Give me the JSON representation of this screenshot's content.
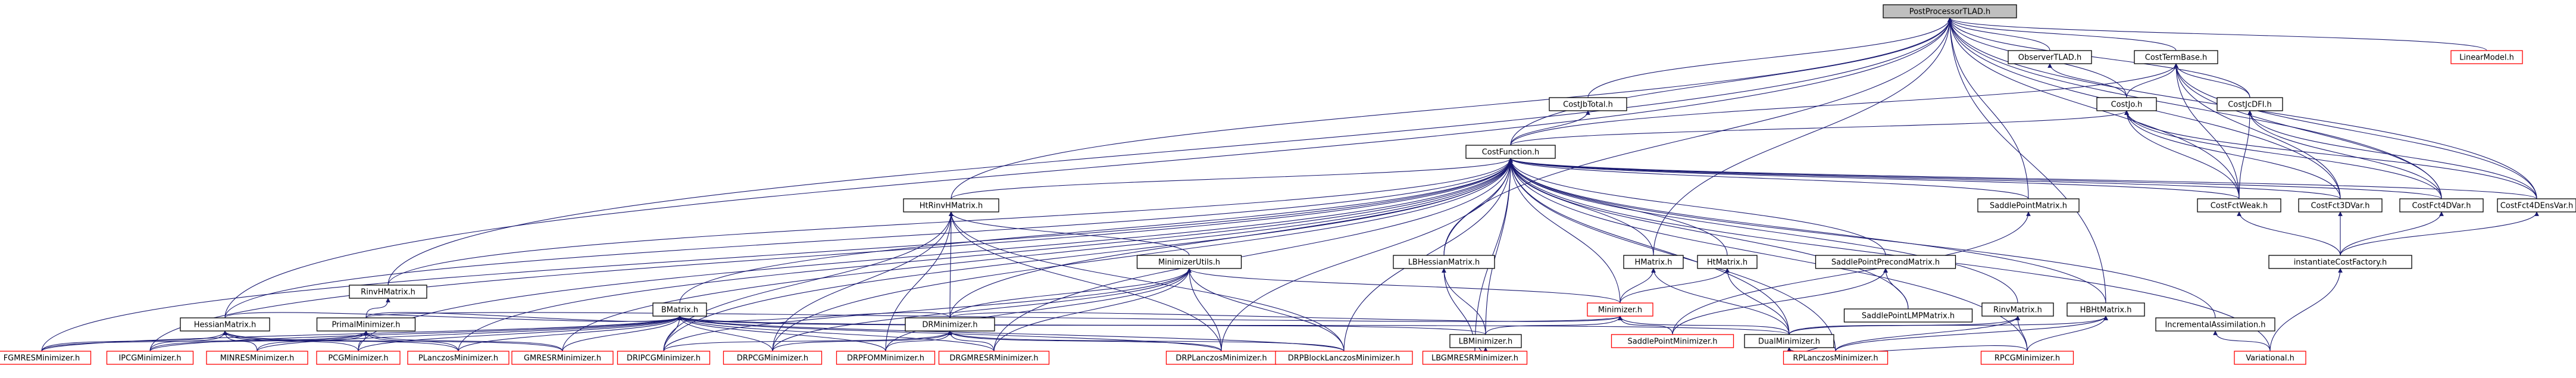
{
  "graph": {
    "colors": {
      "edge": "#191970",
      "node_border_default": "#000000",
      "node_border_missing": "#ff0000",
      "root_fill": "#bfbfbf",
      "node_fill": "#ffffff"
    },
    "root": "PostProcessorTLAD.h",
    "nodes": [
      {
        "id": "root",
        "label": "PostProcessorTLAD.h",
        "kind": "root"
      },
      {
        "id": "obs",
        "label": "ObserverTLAD.h",
        "kind": "normal"
      },
      {
        "id": "ctb",
        "label": "CostTermBase.h",
        "kind": "normal"
      },
      {
        "id": "linmod",
        "label": "LinearModel.h",
        "kind": "missing"
      },
      {
        "id": "cjtot",
        "label": "CostJbTotal.h",
        "kind": "normal"
      },
      {
        "id": "cjo",
        "label": "CostJo.h",
        "kind": "normal"
      },
      {
        "id": "cjcdfi",
        "label": "CostJcDFI.h",
        "kind": "normal"
      },
      {
        "id": "cfun",
        "label": "CostFunction.h",
        "kind": "normal"
      },
      {
        "id": "hth",
        "label": "HtRinvHMatrix.h",
        "kind": "normal"
      },
      {
        "id": "spm",
        "label": "SaddlePointMatrix.h",
        "kind": "normal"
      },
      {
        "id": "cfw",
        "label": "CostFctWeak.h",
        "kind": "normal"
      },
      {
        "id": "c3d",
        "label": "CostFct3DVar.h",
        "kind": "normal"
      },
      {
        "id": "c4d",
        "label": "CostFct4DVar.h",
        "kind": "normal"
      },
      {
        "id": "c4de",
        "label": "CostFct4DEnsVar.h",
        "kind": "normal"
      },
      {
        "id": "mu",
        "label": "MinimizerUtils.h",
        "kind": "normal"
      },
      {
        "id": "lbh",
        "label": "LBHessianMatrix.h",
        "kind": "normal"
      },
      {
        "id": "hm",
        "label": "HMatrix.h",
        "kind": "normal"
      },
      {
        "id": "htm",
        "label": "HtMatrix.h",
        "kind": "normal"
      },
      {
        "id": "sppm",
        "label": "SaddlePointPrecondMatrix.h",
        "kind": "normal"
      },
      {
        "id": "icf",
        "label": "instantiateCostFactory.h",
        "kind": "normal"
      },
      {
        "id": "rinvh",
        "label": "RinvHMatrix.h",
        "kind": "normal"
      },
      {
        "id": "bm",
        "label": "BMatrix.h",
        "kind": "normal"
      },
      {
        "id": "minz",
        "label": "Minimizer.h",
        "kind": "missing"
      },
      {
        "id": "splmp",
        "label": "SaddlePointLMPMatrix.h",
        "kind": "normal"
      },
      {
        "id": "rinvm",
        "label": "RinvMatrix.h",
        "kind": "normal"
      },
      {
        "id": "hbhm",
        "label": "HBHtMatrix.h",
        "kind": "normal"
      },
      {
        "id": "incass",
        "label": "IncrementalAssimilation.h",
        "kind": "normal"
      },
      {
        "id": "hessm",
        "label": "HessianMatrix.h",
        "kind": "normal"
      },
      {
        "id": "primm",
        "label": "PrimalMinimizer.h",
        "kind": "normal"
      },
      {
        "id": "drm",
        "label": "DRMinimizer.h",
        "kind": "normal"
      },
      {
        "id": "lbm",
        "label": "LBMinimizer.h",
        "kind": "normal"
      },
      {
        "id": "dualm",
        "label": "DualMinimizer.h",
        "kind": "normal"
      },
      {
        "id": "fgmres",
        "label": "FGMRESMinimizer.h",
        "kind": "missing"
      },
      {
        "id": "ipcg",
        "label": "IPCGMinimizer.h",
        "kind": "missing"
      },
      {
        "id": "minres",
        "label": "MINRESMinimizer.h",
        "kind": "missing"
      },
      {
        "id": "pcg",
        "label": "PCGMinimizer.h",
        "kind": "missing"
      },
      {
        "id": "plan",
        "label": "PLanczosMinimizer.h",
        "kind": "missing"
      },
      {
        "id": "gmresr",
        "label": "GMRESRMinimizer.h",
        "kind": "missing"
      },
      {
        "id": "dripcg",
        "label": "DRIPCGMinimizer.h",
        "kind": "missing"
      },
      {
        "id": "drpcg",
        "label": "DRPCGMinimizer.h",
        "kind": "missing"
      },
      {
        "id": "drpfom",
        "label": "DRPFOMMinimizer.h",
        "kind": "missing"
      },
      {
        "id": "drgmresr",
        "label": "DRGMRESRMinimizer.h",
        "kind": "missing"
      },
      {
        "id": "drplan",
        "label": "DRPLanczosMinimizer.h",
        "kind": "missing"
      },
      {
        "id": "drpblk",
        "label": "DRPBlockLanczosMinimizer.h",
        "kind": "missing"
      },
      {
        "id": "lbgmresr",
        "label": "LBGMRESRMinimizer.h",
        "kind": "missing"
      },
      {
        "id": "spmin",
        "label": "SaddlePointMinimizer.h",
        "kind": "missing"
      },
      {
        "id": "rplan",
        "label": "RPLanczosMinimizer.h",
        "kind": "missing"
      },
      {
        "id": "rpcg",
        "label": "RPCGMinimizer.h",
        "kind": "missing"
      },
      {
        "id": "var",
        "label": "Variational.h",
        "kind": "missing"
      }
    ],
    "edges": [
      [
        "obs",
        "root"
      ],
      [
        "ctb",
        "root"
      ],
      [
        "linmod",
        "root"
      ],
      [
        "cjtot",
        "root"
      ],
      [
        "cfun",
        "root"
      ],
      [
        "cjo",
        "root"
      ],
      [
        "cjcdfi",
        "root"
      ],
      [
        "hth",
        "root"
      ],
      [
        "spm",
        "root"
      ],
      [
        "cfw",
        "root"
      ],
      [
        "c3d",
        "root"
      ],
      [
        "c4d",
        "root"
      ],
      [
        "c4de",
        "root"
      ],
      [
        "lbh",
        "root"
      ],
      [
        "hm",
        "root"
      ],
      [
        "rinvh",
        "root"
      ],
      [
        "hessm",
        "root"
      ],
      [
        "hbhm",
        "root"
      ],
      [
        "cjo",
        "obs"
      ],
      [
        "cjo",
        "ctb"
      ],
      [
        "cjcdfi",
        "ctb"
      ],
      [
        "cfun",
        "ctb"
      ],
      [
        "cfw",
        "ctb"
      ],
      [
        "c3d",
        "ctb"
      ],
      [
        "c4d",
        "ctb"
      ],
      [
        "c4de",
        "ctb"
      ],
      [
        "cfun",
        "cjtot"
      ],
      [
        "cfun",
        "cjo"
      ],
      [
        "cfw",
        "cjo"
      ],
      [
        "c3d",
        "cjo"
      ],
      [
        "c4d",
        "cjo"
      ],
      [
        "c4de",
        "cjo"
      ],
      [
        "cfw",
        "cjcdfi"
      ],
      [
        "c4d",
        "cjcdfi"
      ],
      [
        "c4de",
        "cjcdfi"
      ],
      [
        "hth",
        "cfun"
      ],
      [
        "spm",
        "cfun"
      ],
      [
        "cfw",
        "cfun"
      ],
      [
        "c3d",
        "cfun"
      ],
      [
        "c4d",
        "cfun"
      ],
      [
        "c4de",
        "cfun"
      ],
      [
        "lbh",
        "cfun"
      ],
      [
        "hm",
        "cfun"
      ],
      [
        "htm",
        "cfun"
      ],
      [
        "sppm",
        "cfun"
      ],
      [
        "rinvh",
        "cfun"
      ],
      [
        "bm",
        "cfun"
      ],
      [
        "minz",
        "cfun"
      ],
      [
        "splmp",
        "cfun"
      ],
      [
        "rinvm",
        "cfun"
      ],
      [
        "hbhm",
        "cfun"
      ],
      [
        "incass",
        "cfun"
      ],
      [
        "hessm",
        "cfun"
      ],
      [
        "drm",
        "cfun"
      ],
      [
        "lbm",
        "cfun"
      ],
      [
        "dualm",
        "cfun"
      ],
      [
        "fgmres",
        "cfun"
      ],
      [
        "ipcg",
        "cfun"
      ],
      [
        "pcg",
        "cfun"
      ],
      [
        "plan",
        "cfun"
      ],
      [
        "gmresr",
        "cfun"
      ],
      [
        "dripcg",
        "cfun"
      ],
      [
        "drpcg",
        "cfun"
      ],
      [
        "drgmresr",
        "cfun"
      ],
      [
        "drplan",
        "cfun"
      ],
      [
        "drpblk",
        "cfun"
      ],
      [
        "lbgmresr",
        "cfun"
      ],
      [
        "rplan",
        "cfun"
      ],
      [
        "rpcg",
        "cfun"
      ],
      [
        "var",
        "cfun"
      ],
      [
        "icf",
        "cfw"
      ],
      [
        "icf",
        "c3d"
      ],
      [
        "icf",
        "c4d"
      ],
      [
        "icf",
        "c4de"
      ],
      [
        "var",
        "icf"
      ],
      [
        "mu",
        "hth"
      ],
      [
        "drm",
        "hth"
      ],
      [
        "dripcg",
        "hth"
      ],
      [
        "drpcg",
        "hth"
      ],
      [
        "drpfom",
        "hth"
      ],
      [
        "drplan",
        "hth"
      ],
      [
        "drpblk",
        "hth"
      ],
      [
        "drm",
        "mu"
      ],
      [
        "dripcg",
        "mu"
      ],
      [
        "drpcg",
        "mu"
      ],
      [
        "drpfom",
        "mu"
      ],
      [
        "drgmresr",
        "mu"
      ],
      [
        "drplan",
        "mu"
      ],
      [
        "drpblk",
        "mu"
      ],
      [
        "minz",
        "mu"
      ],
      [
        "lbm",
        "lbh"
      ],
      [
        "lbgmresr",
        "lbh"
      ],
      [
        "minz",
        "hm"
      ],
      [
        "dualm",
        "hm"
      ],
      [
        "minz",
        "htm"
      ],
      [
        "dualm",
        "htm"
      ],
      [
        "splmp",
        "sppm"
      ],
      [
        "spmin",
        "sppm"
      ],
      [
        "spmin",
        "spm"
      ],
      [
        "primm",
        "rinvh"
      ],
      [
        "hessm",
        "bm"
      ],
      [
        "primm",
        "bm"
      ],
      [
        "drm",
        "bm"
      ],
      [
        "dualm",
        "bm"
      ],
      [
        "dripcg",
        "bm"
      ],
      [
        "drpcg",
        "bm"
      ],
      [
        "drpfom",
        "bm"
      ],
      [
        "drgmresr",
        "bm"
      ],
      [
        "drplan",
        "bm"
      ],
      [
        "drpblk",
        "bm"
      ],
      [
        "fgmres",
        "bm"
      ],
      [
        "ipcg",
        "bm"
      ],
      [
        "minres",
        "bm"
      ],
      [
        "pcg",
        "bm"
      ],
      [
        "plan",
        "bm"
      ],
      [
        "gmresr",
        "bm"
      ],
      [
        "lbm",
        "bm"
      ],
      [
        "primm",
        "minz"
      ],
      [
        "drm",
        "minz"
      ],
      [
        "lbm",
        "minz"
      ],
      [
        "dualm",
        "minz"
      ],
      [
        "spmin",
        "minz"
      ],
      [
        "dualm",
        "rinvm"
      ],
      [
        "rplan",
        "rinvm"
      ],
      [
        "rpcg",
        "rinvm"
      ],
      [
        "dualm",
        "hbhm"
      ],
      [
        "rplan",
        "hbhm"
      ],
      [
        "rpcg",
        "hbhm"
      ],
      [
        "var",
        "incass"
      ],
      [
        "fgmres",
        "hessm"
      ],
      [
        "ipcg",
        "hessm"
      ],
      [
        "minres",
        "hessm"
      ],
      [
        "pcg",
        "hessm"
      ],
      [
        "plan",
        "hessm"
      ],
      [
        "gmresr",
        "hessm"
      ],
      [
        "fgmres",
        "primm"
      ],
      [
        "ipcg",
        "primm"
      ],
      [
        "minres",
        "primm"
      ],
      [
        "pcg",
        "primm"
      ],
      [
        "plan",
        "primm"
      ],
      [
        "gmresr",
        "primm"
      ],
      [
        "dripcg",
        "drm"
      ],
      [
        "drpcg",
        "drm"
      ],
      [
        "drpfom",
        "drm"
      ],
      [
        "drgmresr",
        "drm"
      ],
      [
        "drplan",
        "drm"
      ],
      [
        "drpblk",
        "drm"
      ],
      [
        "lbgmresr",
        "lbm"
      ],
      [
        "rplan",
        "dualm"
      ],
      [
        "rpcg",
        "dualm"
      ]
    ]
  }
}
